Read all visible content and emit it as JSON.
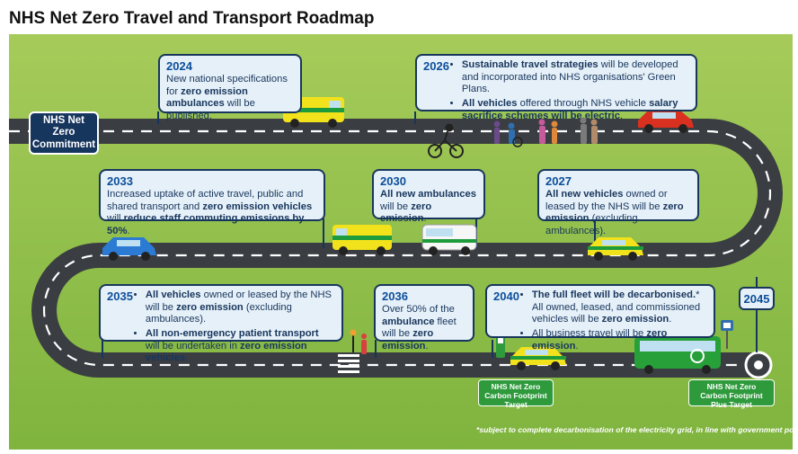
{
  "title": "NHS Net Zero Travel and Transport Roadmap",
  "commitment": "NHS Net Zero Commitment",
  "milestones": {
    "y2024": {
      "year": "2024",
      "t1": "New national specifications for ",
      "b1": "zero emission ambulances",
      "t2": " will be published."
    },
    "y2026": {
      "year": "2026",
      "b1": "Sustainable travel strategies",
      "t1": " will be developed and incorporated into NHS organisations' Green Plans.",
      "b2": "All vehicles",
      "t2": " offered through NHS vehicle ",
      "b3": "salary sacrifice schemes will be electric",
      "t3": "."
    },
    "y2033": {
      "year": "2033",
      "t1": "Increased uptake of active travel, public and shared transport and ",
      "b1": "zero emission vehicles",
      "t2": " will ",
      "b2": "reduce staff commuting emissions by 50%",
      "t3": "."
    },
    "y2030": {
      "year": "2030",
      "b1": "All new ambulances",
      "t1": " will be ",
      "b2": "zero emission",
      "t2": "."
    },
    "y2027": {
      "year": "2027",
      "b1": "All new vehicles",
      "t1": " owned or leased by the NHS will be ",
      "b2": "zero emission",
      "t2": " (excluding ambulances)."
    },
    "y2035": {
      "year": "2035",
      "b1": "All vehicles",
      "t1": " owned or leased by the NHS will be ",
      "b2": "zero emission",
      "t2": " (excluding ambulances).",
      "b3": "All non-emergency patient transport",
      "t3": " will be undertaken in ",
      "b4": "zero emission vehicles",
      "t4": "."
    },
    "y2036": {
      "year": "2036",
      "t1": "Over 50% of the ",
      "b1": "ambulance",
      "t2": " fleet will be ",
      "b2": "zero emission",
      "t3": "."
    },
    "y2040": {
      "year": "2040",
      "b1": "The full fleet will be decarbonised.",
      "t1": "*",
      "t2": "All owned, leased, and commissioned vehicles will be ",
      "b2": "zero emission",
      "t3": ".",
      "t4": "All business travel will be ",
      "b3": "zero emission",
      "t5": "."
    },
    "y2045": {
      "year": "2045"
    }
  },
  "targets": {
    "carbon_footprint": "NHS Net Zero Carbon Footprint Target",
    "carbon_footprint_plus": "NHS Net Zero Carbon Footprint Plus Target"
  },
  "footnote": "*subject to complete decarbonisation of the electricity grid, in line with government policy",
  "colors": {
    "navy": "#17365d",
    "road": "#3a3d42",
    "green": "#2e9a3c",
    "panel": "#8dbf47",
    "box_bg": "#e6f0f8"
  }
}
